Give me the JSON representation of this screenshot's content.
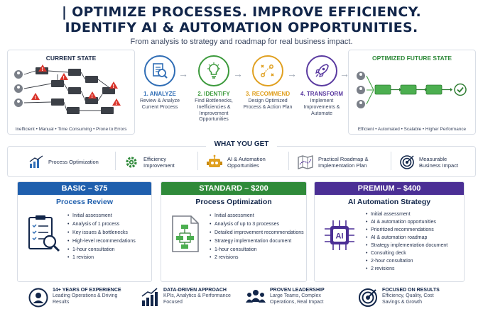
{
  "header": {
    "line1": "| OPTIMIZE PROCESSES. IMPROVE EFFICIENCY.",
    "line2": "IDENTIFY AI & AUTOMATION OPPORTUNITIES.",
    "subtitle": "From analysis to strategy and roadmap for real business impact."
  },
  "current_state": {
    "title": "CURRENT STATE",
    "footer": "Inefficient • Manual • Time Consuming • Prone to Errors"
  },
  "future_state": {
    "title": "OPTIMIZED FUTURE STATE",
    "footer": "Efficient • Automated • Scalable • Higher Performance"
  },
  "steps": [
    {
      "title": "1. ANALYZE",
      "desc": "Review & Analyze Current Process",
      "color": "#2f6db5",
      "icon": "magnifier-doc-icon"
    },
    {
      "title": "2. IDENTIFY",
      "desc": "Find Bottlenecks, Inefficiencies & Improvement Opportunities",
      "color": "#3c9a3c",
      "icon": "lightbulb-icon"
    },
    {
      "title": "3. RECOMMEND",
      "desc": "Design Optimized Process & Action Plan",
      "color": "#e0a020",
      "icon": "strategy-icon"
    },
    {
      "title": "4. TRANSFORM",
      "desc": "Implement Improvements & Automate",
      "color": "#5a3aa0",
      "icon": "rocket-icon"
    }
  ],
  "what_you_get": {
    "title": "WHAT YOU GET",
    "items": [
      {
        "label": "Process Optimization",
        "icon": "chart-icon"
      },
      {
        "label": "Efficiency Improvement",
        "icon": "gear-icon"
      },
      {
        "label": "AI & Automation Opportunities",
        "icon": "robot-icon"
      },
      {
        "label": "Practical Roadmap & Implementation Plan",
        "icon": "map-icon"
      },
      {
        "label": "Measurable Business Impact",
        "icon": "target-icon"
      }
    ]
  },
  "packages": [
    {
      "header": "BASIC – $75",
      "name": "Process Review",
      "color": "#1f5fad",
      "features": [
        "Initial assessment",
        "Analysis of 1 process",
        "Key issues & bottlenecks",
        "High-level recommendations",
        "1-hour consultation",
        "1 revision"
      ]
    },
    {
      "header": "STANDARD – $200",
      "name": "Process Optimization",
      "color": "#2f8a3a",
      "features": [
        "Initial assessment",
        "Analysis of up to 3 processes",
        "Detailed improvement recommendations",
        "Strategy implementation document",
        "1-hour consultation",
        "2 revisions"
      ]
    },
    {
      "header": "PREMIUM – $400",
      "name": "AI Automation Strategy",
      "color": "#4b2f95",
      "features": [
        "Initial assessment",
        "AI & automation opportunities",
        "Prioritized recommendations",
        "AI & automation roadmap",
        "Strategy implementation document",
        "Consulting deck",
        "2-hour consultation",
        "2 revisions"
      ]
    }
  ],
  "credentials": [
    {
      "heading": "14+ YEARS OF EXPERIENCE",
      "text": "Leading Operations & Driving Results",
      "icon": "person-icon"
    },
    {
      "heading": "DATA-DRIVEN APPROACH",
      "text": "KPIs, Analytics & Performance Focused",
      "icon": "growth-chart-icon"
    },
    {
      "heading": "PROVEN LEADERSHIP",
      "text": "Large Teams, Complex Operations, Real Impact",
      "icon": "team-icon"
    },
    {
      "heading": "FOCUSED ON RESULTS",
      "text": "Efficiency, Quality, Cost Savings & Growth",
      "icon": "target-icon"
    }
  ],
  "colors": {
    "navy": "#12264a",
    "green": "#3c9a3c",
    "warning": "#d9342b"
  }
}
